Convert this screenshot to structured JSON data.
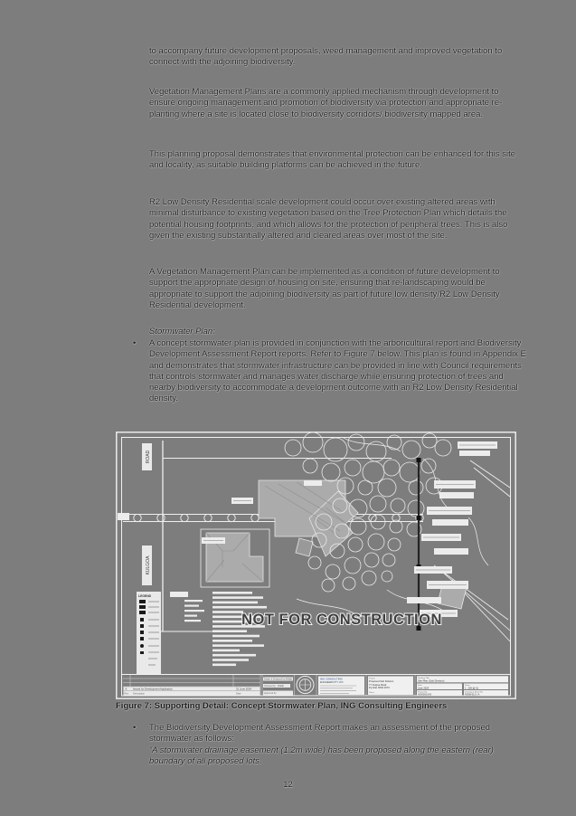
{
  "colors": {
    "page_bg": "#7d7d7d",
    "text": "#1c1c1c",
    "figure_line": "#efefef",
    "building_fill": "#ababab",
    "easement_line": "#242424",
    "company_accent": "#5a7fae"
  },
  "document": {
    "bullet_marker": "•",
    "paragraphs": [
      "to accompany future development proposals, weed management and improved vegetation to connect with the adjoining biodiversity.",
      "Vegetation Management Plans are a commonly applied mechanism through development to ensure ongoing management and promotion of biodiversity via protection and appropriate re-planting where a site is located close to biodiversity corridors/ biodiversity mapped area.",
      "This planning proposal demonstrates that environmental protection can be enhanced for this site and locality, as suitable building platforms can be achieved in the future.",
      "R2 Low Density Residential scale development could occur over existing altered areas with minimal disturbance to existing vegetation based on the Tree Protection Plan which details the potential housing footprints, and which allows for the protection of peripheral trees. This is also given the existing substantially altered and cleared areas over most of the site.",
      "A Vegetation Management Plan can be implemented as a condition of future development to support the appropriate design of housing on site, ensuring that re-landscaping would be appropriate to support the adjoining biodiversity as part of future low density/R2 Low Density Residential development."
    ],
    "stormwater_heading": "Stormwater Plan:",
    "bullet_1": "A concept stormwater plan is provided in conjunction with the arboricultural report and Biodiversity Development Assessment Report reports. Refer to Figure 7 below. This plan is found in Appendix E and demonstrates that stormwater infrastructure can be provided in line with Council requirements that controls stormwater and manages water discharge while ensuring protection of trees and nearby biodiversity to accommodate a development outcome with an R2 Low Density Residential density.",
    "figure_caption": "Figure 7: Supporting Detail: Concept Stormwater Plan, ING Consulting Engineers",
    "bullet_2_intro": "The Biodiversity Development Assessment Report makes an assessment of the proposed stormwater as follows:",
    "bullet_2_quote": "“A stormwater drainage easement (1.2m wide) has been proposed along the eastern (rear) boundary of all proposed lots.",
    "page_number": "12"
  },
  "figure": {
    "watermark": "NOT FOR CONSTRUCTION",
    "road_label": "ROAD",
    "street_label": "KULGOA",
    "legend_title": "LEGEND",
    "titleblock": {
      "rev": "A",
      "rev_description": "Issued for Development Application",
      "rev_date": "31 June 2024",
      "col_rev": "Rev",
      "col_description": "Description",
      "col_date": "Date",
      "drawn_label": "Drawn & Designed by:",
      "drawn_value": "H.Sufi",
      "checked_label": "Checked by:",
      "checked_value": "N.Sufi",
      "approved_label": "Approved by:",
      "company_line1": "ING CONSULTING",
      "company_line2": "ENGINEERS PTY LTD",
      "project_label": "Project",
      "project_value": "Proposed Sub Division",
      "address_line1": "77 Kulgoa Road",
      "address_line2": "Pymble NSW 2073",
      "client_label": "Client",
      "drawing_title_label": "Drawing Title",
      "drawing_title_value": "Site Plan (Sub Division)",
      "date_label": "Date",
      "date_value": "June 2024",
      "scale_label": "Scale",
      "scale_value": "1 : 200 @ A1",
      "project_no_label": "Project No.",
      "project_no_value": "A200002/143",
      "drawing_no_label": "Drawing & Sheet No.",
      "drawing_no_value": "42008-01/1 / A"
    }
  }
}
